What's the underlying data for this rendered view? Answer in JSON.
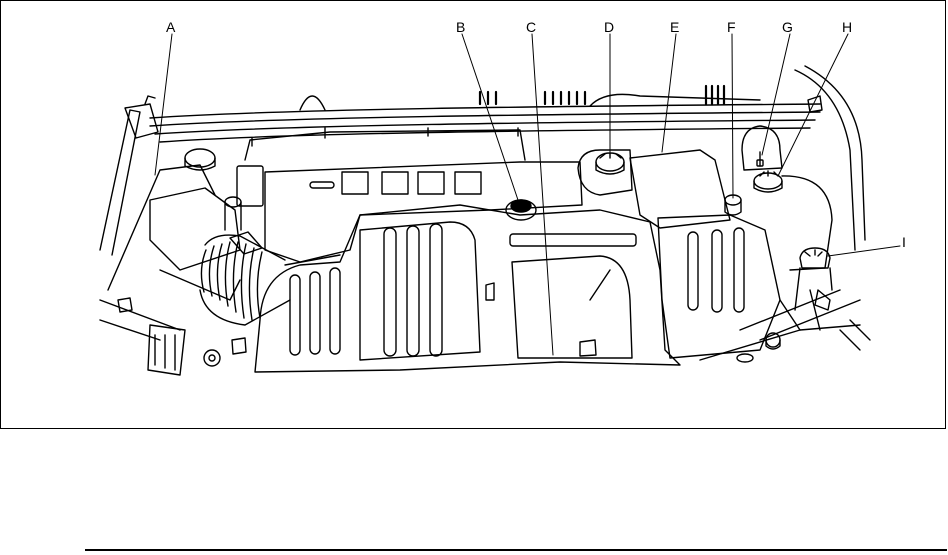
{
  "figure": {
    "callouts": [
      "A",
      "B",
      "C",
      "D",
      "E",
      "F",
      "G",
      "H",
      "I"
    ]
  }
}
